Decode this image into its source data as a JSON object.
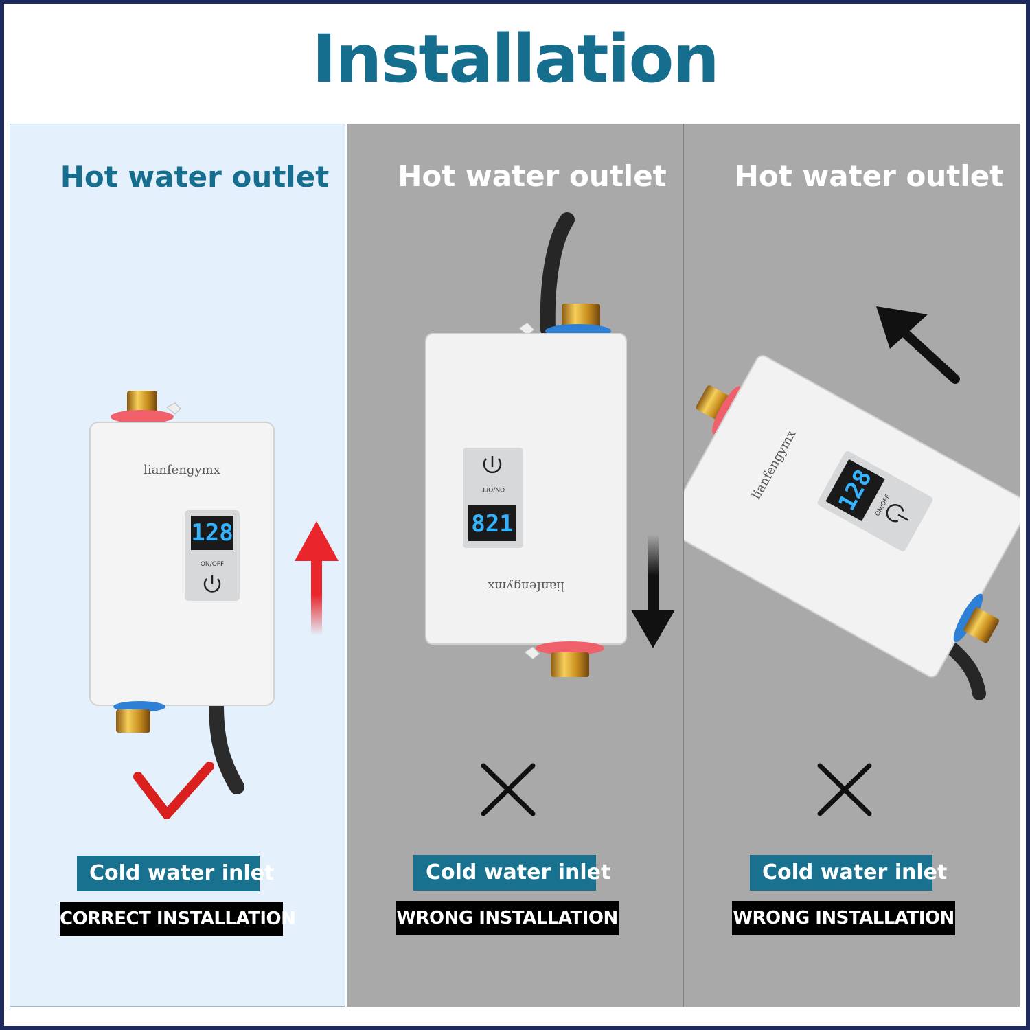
{
  "title": "Installation",
  "device": {
    "brand": "lianfengymx",
    "display": "128",
    "display_inverted": "821",
    "switch_label": "ON/OFF"
  },
  "panels": [
    {
      "outlet_label": "Hot water outlet",
      "inlet_label": "Cold water inlet",
      "verdict": "CORRECT INSTALLATION",
      "mark": "check-icon"
    },
    {
      "outlet_label": "Hot water outlet",
      "inlet_label": "Cold water inlet",
      "verdict": "WRONG INSTALLATION",
      "mark": "cross-icon"
    },
    {
      "outlet_label": "Hot water outlet",
      "inlet_label": "Cold water inlet",
      "verdict": "WRONG INSTALLATION",
      "mark": "cross-icon"
    }
  ],
  "colors": {
    "title": "#166e8f",
    "label_bg": "#17718f",
    "correct_bg": "#e4f1fc",
    "wrong_bg": "#a9a9a9",
    "hot_ring": "#f0606a",
    "cold_ring": "#2e7fd6",
    "arrow_correct": "#e8262b",
    "check": "#d9201f"
  }
}
